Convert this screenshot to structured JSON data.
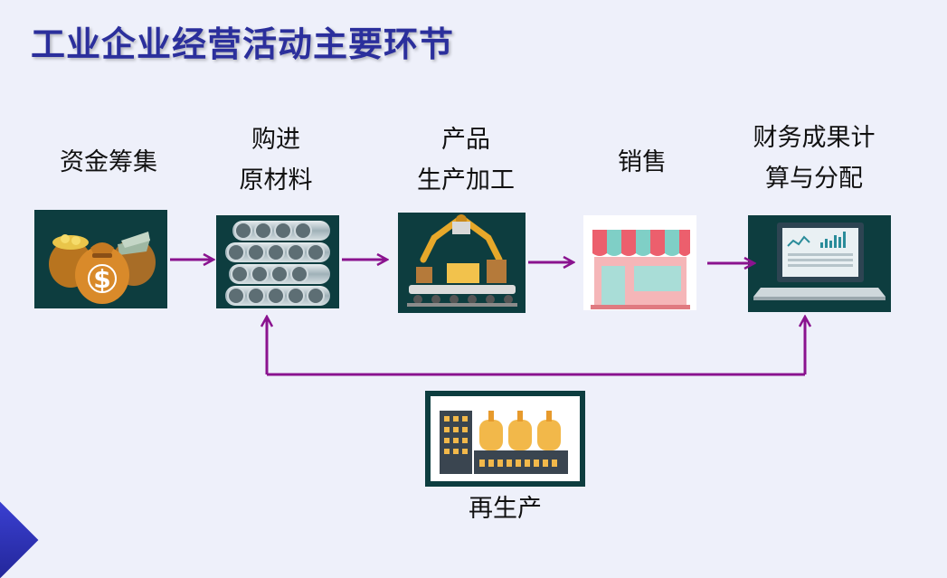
{
  "title": "工业企业经营活动主要环节",
  "steps": [
    {
      "line1": "资金筹集",
      "line2": ""
    },
    {
      "line1": "购进",
      "line2": "原材料"
    },
    {
      "line1": "产品",
      "line2": "生产加工"
    },
    {
      "line1": "销售",
      "line2": ""
    },
    {
      "line1": "财务成果计",
      "line2": "算与分配"
    }
  ],
  "reproduction": {
    "label": "再生产"
  },
  "colors": {
    "arrow": "#8a138f",
    "tile_bg": "#0d3d3f",
    "title": "#2b2f9c"
  },
  "icons": [
    "money-bags-icon",
    "steel-pipes-icon",
    "factory-robot-arm-icon",
    "storefront-icon",
    "laptop-chart-icon",
    "factory-silos-icon"
  ]
}
